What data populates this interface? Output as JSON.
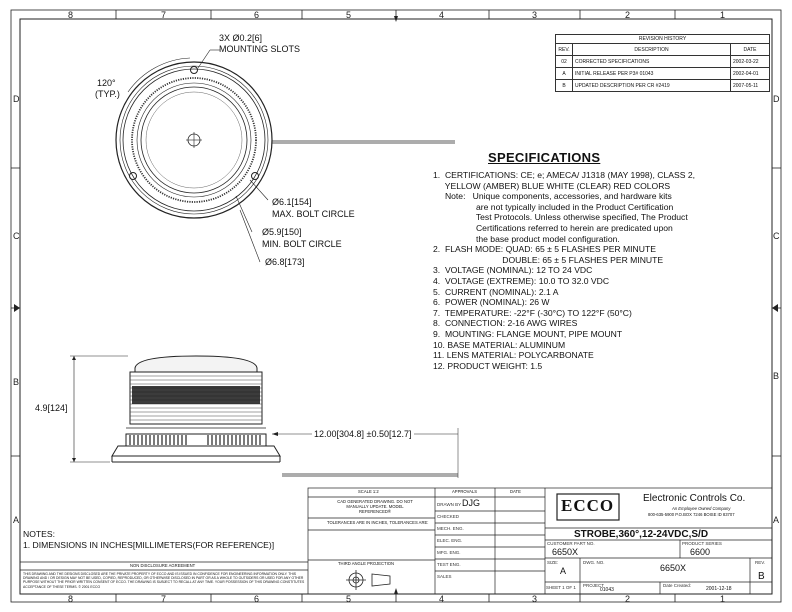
{
  "zones": {
    "top": [
      "8",
      "7",
      "6",
      "5",
      "4",
      "3",
      "2",
      "1"
    ],
    "bottom": [
      "8",
      "7",
      "6",
      "5",
      "4",
      "3",
      "2",
      "1"
    ],
    "left": [
      "D",
      "C",
      "B",
      "A"
    ],
    "right": [
      "D",
      "C",
      "B",
      "A"
    ]
  },
  "revision_history": {
    "title": "REVISION HISTORY",
    "headers": [
      "REV.",
      "DESCRIPTION",
      "DATE"
    ],
    "rows": [
      [
        "02",
        "CORRECTED SPECIFICATIONS",
        "2002-03-22"
      ],
      [
        "A",
        "INITIAL RELEASE PER P3# 01043",
        "2002-04-01"
      ],
      [
        "B",
        "UPDATED DESCRIPTION PER CR #2419",
        "2007-05-11"
      ]
    ]
  },
  "top_view": {
    "mounting_slots": "3X Ø0.2[6]",
    "mounting_slots_label": "MOUNTING SLOTS",
    "angle": "120°",
    "angle_typ": "(TYP.)",
    "max_bolt": "Ø6.1[154]",
    "max_bolt_label": "MAX. BOLT CIRCLE",
    "min_bolt": "Ø5.9[150]",
    "min_bolt_label": "MIN. BOLT CIRCLE",
    "outer_dia": "Ø6.8[173]"
  },
  "side_view": {
    "height": "4.9[124]",
    "cable": "12.00[304.8] ±0.50[12.7]"
  },
  "specifications": {
    "title": "SPECIFICATIONS",
    "lines": [
      "1.  CERTIFICATIONS: CE; e; AMECA/ J1318 (MAY 1998), CLASS 2,",
      "     YELLOW (AMBER) BLUE WHITE (CLEAR) RED COLORS",
      "     Note:   Unique components, accessories, and hardware kits",
      "                  are not typically included in the Product Certification",
      "                  Test Protocols. Unless otherwise specified, The Product",
      "                  Certifications referred to herein are predicated upon",
      "                  the base product model configuration.",
      "2.  FLASH MODE: QUAD: 65 ± 5 FLASHES PER MINUTE",
      "                             DOUBLE: 65 ± 5 FLASHES PER MINUTE",
      "3.  VOLTAGE (NOMINAL): 12 TO 24 VDC",
      "4.  VOLTAGE (EXTREME): 10.0 TO 32.0 VDC",
      "5.  CURRENT (NOMINAL): 2.1 A",
      "6.  POWER (NOMINAL): 26 W",
      "7.  TEMPERATURE: -22°F (-30°C) TO 122°F (50°C)",
      "8.  CONNECTION: 2-16 AWG WIRES",
      "9.  MOUNTING: FLANGE MOUNT, PIPE MOUNT",
      "10. BASE MATERIAL: ALUMINUM",
      "11. LENS MATERIAL: POLYCARBONATE",
      "12. PRODUCT WEIGHT: 1.5"
    ]
  },
  "notes": {
    "title": "NOTES:",
    "line1": "1. DIMENSIONS IN INCHES[MILLIMETERS(FOR REFERENCE)]"
  },
  "title_block": {
    "scale": "SCALE 1:2",
    "approvals": "APPROVALS",
    "date": "DATE",
    "cad_note": "CAD GENERATED DRAWING. DO NOT MANUALLY UPDATE. MODEL REFERENCED®",
    "tolerances": "TOLERANCES ARE IN INCHES, TOLERANCES ARE:",
    "drawn_by_label": "DRAWN BY",
    "drawn_by": "DJG",
    "checked_label": "CHECKED",
    "mech_eng": "MECH. ENG.",
    "elec_eng": "ELEC. ENG.",
    "mfg_eng": "MFG. ENG.",
    "test_eng": "TEST ENG.",
    "sales": "SALES",
    "third_angle": "THIRD ANGLE PROJECTION",
    "nda_title": "NON DISCLOSURE AGREEMENT",
    "nda_text": "THIS DRAWING AND THE DESIGNS DISCLOSED ARE THE PRIVATE PROPERTY OF ECCO AND IS ISSUED IN CONFIDENCE FOR ENGINEERING INFORMATION ONLY. THIS DRAWING AND / OR DESIGN MAY NOT BE USED, COPIED, REPRODUCED, OR OTHERWISE DISCLOSED IN PART OR AS A WHOLE TO OUTSIDERS OR USED FOR ANY OTHER PURPOSE WITHOUT THE PRIOR WRITTEN CONSENT OF ECCO. THE DRAWING IS SUBJECT TO RECALL AT ANY TIME. YOUR POSSESSION OF THIS DRAWING CONSTITUTES ACCEPTANCE OF THESE TERMS. © 2001 ECCO",
    "company": "Electronic Controls Co.",
    "company_sub1": "An Employee Owned Company",
    "company_sub2": "800-635-5900 P.O.BOX 7246 BOISE ID 83707",
    "logo": "ECCO",
    "title": "STROBE,360°,12-24VDC,S/D",
    "customer_part_label": "CUSTOMER PART NO.",
    "customer_part": "6650X",
    "product_series_label": "PRODUCT SERIES",
    "product_series": "6600",
    "size_label": "SIZE:",
    "size": "A",
    "dwg_no_label": "DWG. NO.",
    "dwg_no": "6650X",
    "rev_label": "REV.",
    "rev": "B",
    "sheet": "SHEET 1 OF 1",
    "project_label": "PROJECT",
    "project": "01043",
    "date_created_label": "Date Created:",
    "date_created": "2001-12-18"
  }
}
